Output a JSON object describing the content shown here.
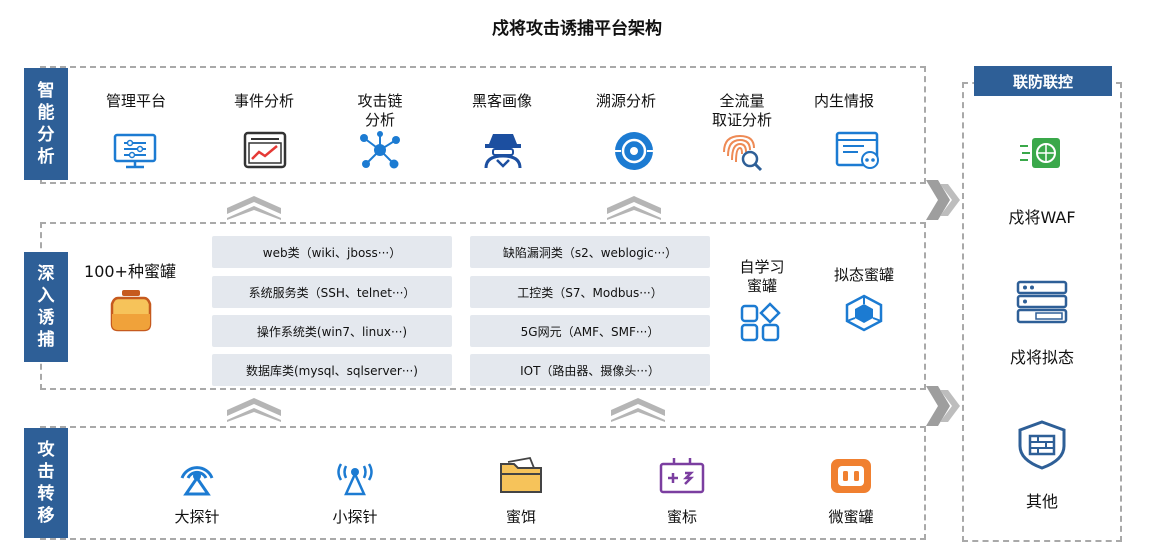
{
  "title": "戍将攻击诱捕平台架构",
  "colors": {
    "brand": "#2e5f97",
    "icon_blue": "#1c7bd2",
    "accent_orange": "#f0a23a",
    "accent_purple": "#7b3ea0",
    "accent_green": "#3aa84a"
  },
  "rows": {
    "analysis": {
      "tag": "智能分析",
      "items": [
        {
          "label": "管理平台",
          "icon": "monitor-settings-icon"
        },
        {
          "label": "事件分析",
          "icon": "event-chart-icon"
        },
        {
          "label": "攻击链\n分析",
          "icon": "attack-chain-icon"
        },
        {
          "label": "黑客画像",
          "icon": "hacker-profile-icon"
        },
        {
          "label": "溯源分析",
          "icon": "trace-target-icon"
        },
        {
          "label": "全流量\n取证分析",
          "icon": "fingerprint-icon"
        },
        {
          "label": "内生情报",
          "icon": "intel-window-icon"
        }
      ]
    },
    "lure": {
      "tag": "深入诱捕",
      "honeypot_count": "100+种蜜罐",
      "pills_left": [
        "web类（wiki、jboss···）",
        "系统服务类（SSH、telnet···）",
        "操作系统类(win7、linux···)",
        "数据库类(mysql、sqlserver···)"
      ],
      "pills_right": [
        "缺陷漏洞类（s2、weblogic···）",
        "工控类（S7、Modbus···）",
        "5G网元（AMF、SMF···）",
        "IOT（路由器、摄像头···）"
      ],
      "self_learning": "自学习\n蜜罐",
      "mimic": "拟态蜜罐"
    },
    "transfer": {
      "tag": "攻击转移",
      "items": [
        {
          "label": "大探针",
          "icon": "large-probe-icon"
        },
        {
          "label": "小探针",
          "icon": "small-probe-icon"
        },
        {
          "label": "蜜饵",
          "icon": "bait-folder-icon"
        },
        {
          "label": "蜜标",
          "icon": "honey-token-icon"
        },
        {
          "label": "微蜜罐",
          "icon": "micro-honeypot-icon"
        }
      ]
    }
  },
  "joint_defense": {
    "title": "联防联控",
    "items": [
      {
        "label": "戍将WAF",
        "icon": "waf-icon"
      },
      {
        "label": "戍将拟态",
        "icon": "mimic-server-icon"
      },
      {
        "label": "其他",
        "icon": "shield-firewall-icon"
      }
    ]
  }
}
